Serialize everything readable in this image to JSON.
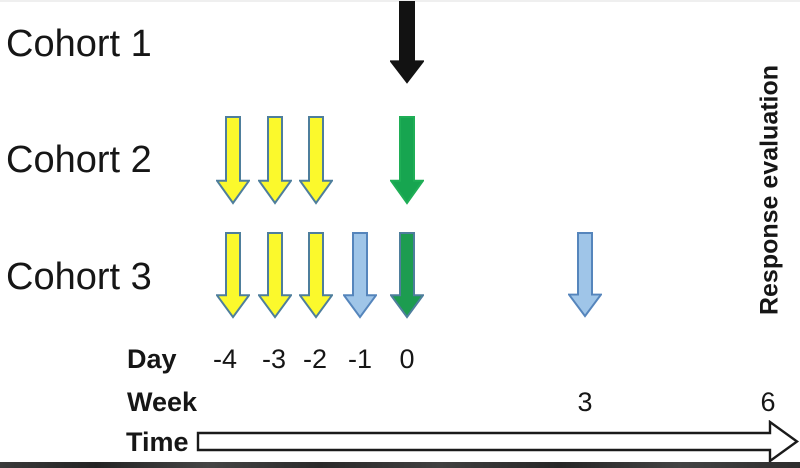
{
  "cohorts": [
    {
      "label": "Cohort 1"
    },
    {
      "label": "Cohort 2"
    },
    {
      "label": "Cohort 3"
    }
  ],
  "axis": {
    "day": {
      "label": "Day",
      "ticks": [
        "-4",
        "-3",
        "-2",
        "-1",
        "0"
      ]
    },
    "week": {
      "label": "Week",
      "ticks": [
        "3",
        "6"
      ]
    },
    "time": {
      "label": "Time"
    }
  },
  "right_annotation": "Response evaluation",
  "colors": {
    "black_fill": "#121212",
    "black_stroke": "#121212",
    "yellow_fill": "#FBF92C",
    "yellow_stroke": "#4E7E9C",
    "light_blue_fill": "#9FC5E8",
    "light_blue_stroke": "#5585BC",
    "green_bright_fill": "#17A550",
    "green_bright_stroke": "#1FAE56",
    "green_dark_fill": "#1D9C50",
    "green_dark_stroke": "#4E7E9C",
    "time_arrow_fill": "#FFFFFF",
    "time_arrow_stroke": "#1A1A1A"
  },
  "chart_data": {
    "type": "timeline",
    "cohorts": [
      {
        "name": "Cohort 1",
        "events": [
          {
            "time": "day 0",
            "arrow": "black"
          }
        ]
      },
      {
        "name": "Cohort 2",
        "events": [
          {
            "time": "day -4",
            "arrow": "yellow"
          },
          {
            "time": "day -3",
            "arrow": "yellow"
          },
          {
            "time": "day -2",
            "arrow": "yellow"
          },
          {
            "time": "day 0",
            "arrow": "green"
          }
        ]
      },
      {
        "name": "Cohort 3",
        "events": [
          {
            "time": "day -4",
            "arrow": "yellow"
          },
          {
            "time": "day -3",
            "arrow": "yellow"
          },
          {
            "time": "day -2",
            "arrow": "yellow"
          },
          {
            "time": "day -1",
            "arrow": "light-blue"
          },
          {
            "time": "day 0",
            "arrow": "dark-green"
          },
          {
            "time": "week 3",
            "arrow": "light-blue"
          }
        ]
      }
    ],
    "x_axis": {
      "day_ticks": [
        -4,
        -3,
        -2,
        -1,
        0
      ],
      "week_ticks": [
        3,
        6
      ],
      "time_label": "Time"
    },
    "right_annotation": "Response evaluation"
  }
}
